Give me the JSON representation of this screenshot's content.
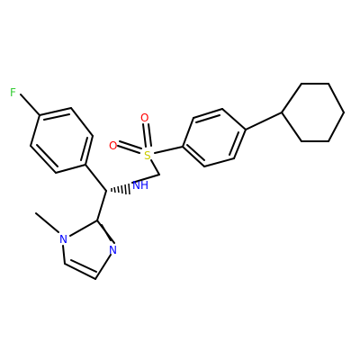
{
  "molecule": {
    "atoms": {
      "fluorine": "F",
      "sulfonyl_oxygen_top": "O",
      "sulfonyl_oxygen_left": "O",
      "sulfur": "S",
      "amide_nitrogen": "NH",
      "imidazole_n1": "N",
      "imidazole_n3": "N"
    },
    "colors": {
      "bond": "#000000",
      "fluorine": "#33cc33",
      "oxygen": "#ff0000",
      "sulfur": "#cccc00",
      "nitrogen": "#0000ff"
    }
  }
}
